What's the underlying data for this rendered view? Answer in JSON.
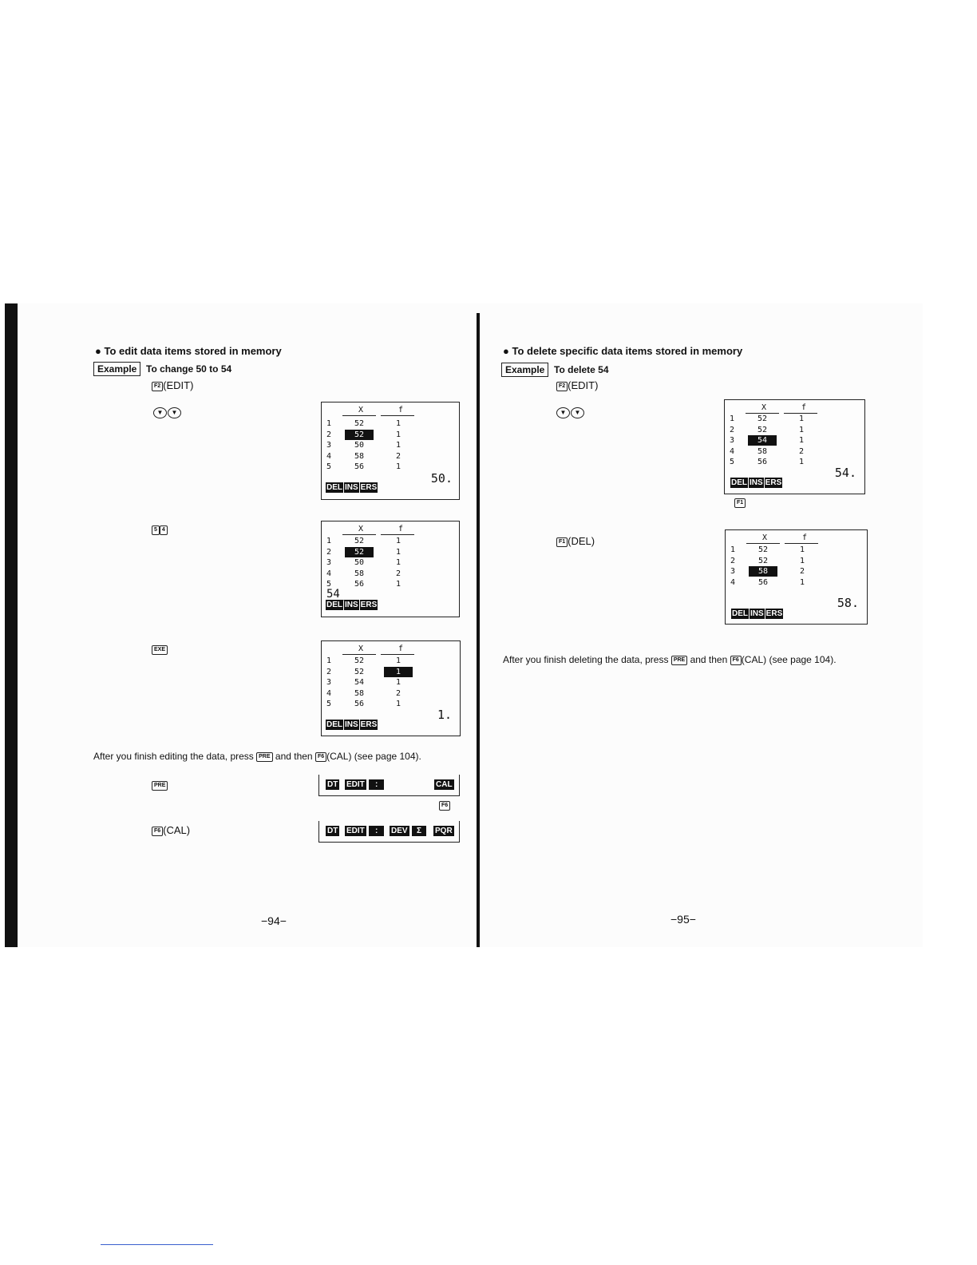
{
  "left_page": {
    "heading": "To edit data items stored in memory",
    "example_label": "Example",
    "example_text": "To change 50 to 54",
    "step1": {
      "key": "F2",
      "label": "(EDIT)"
    },
    "step3": {
      "keys": [
        "5",
        "4"
      ]
    },
    "step4": {
      "key": "EXE"
    },
    "after_text_1": "After you finish editing the data, press",
    "after_key_1": "PRE",
    "after_text_2": "and then",
    "after_key_2": "F6",
    "after_text_3": "(CAL) (see page 104).",
    "step5": {
      "key": "PRE"
    },
    "step6": {
      "key": "F6",
      "label": "(CAL)"
    },
    "page_number": "−94−"
  },
  "right_page": {
    "heading": "To delete specific data items stored in memory",
    "example_label": "Example",
    "example_text": "To delete 54",
    "step1": {
      "key": "F2",
      "label": "(EDIT)"
    },
    "step3": {
      "key": "F1",
      "label": "(DEL)"
    },
    "f1_under": "F1",
    "after_text_1": "After you finish deleting the data, press",
    "after_key_1": "PRE",
    "after_text_2": "and then",
    "after_key_2": "F6",
    "after_text_3": "(CAL) (see page 104).",
    "page_number": "−95−"
  },
  "table_headers": {
    "x": "X",
    "f": "f"
  },
  "menus": {
    "edit": [
      "DEL",
      "INS",
      "ERS"
    ],
    "cal_bar_1": [
      "DT",
      "EDIT",
      ":",
      "CAL"
    ],
    "cal_bar_1_key": "F6",
    "cal_bar_2": [
      "DT",
      "EDIT",
      ":",
      "DEV",
      "Σ",
      "PQR"
    ]
  },
  "screens": {
    "s1": {
      "rows": [
        [
          "1",
          "52",
          "1"
        ],
        [
          "2",
          "52",
          "1"
        ],
        [
          "3",
          "50",
          "1"
        ],
        [
          "4",
          "58",
          "2"
        ],
        [
          "5",
          "56",
          "1"
        ]
      ],
      "value": "50."
    },
    "s2": {
      "rows": [
        [
          "1",
          "52",
          "1"
        ],
        [
          "2",
          "52",
          "1"
        ],
        [
          "3",
          "50",
          "1"
        ],
        [
          "4",
          "58",
          "2"
        ],
        [
          "5",
          "56",
          "1"
        ]
      ],
      "input": "54_"
    },
    "s3": {
      "rows": [
        [
          "1",
          "52",
          "1"
        ],
        [
          "2",
          "52",
          "1"
        ],
        [
          "3",
          "54",
          "1"
        ],
        [
          "4",
          "58",
          "2"
        ],
        [
          "5",
          "56",
          "1"
        ]
      ],
      "value": "1."
    },
    "r1": {
      "rows": [
        [
          "1",
          "52",
          "1"
        ],
        [
          "2",
          "52",
          "1"
        ],
        [
          "3",
          "54",
          "1"
        ],
        [
          "4",
          "58",
          "2"
        ],
        [
          "5",
          "56",
          "1"
        ]
      ],
      "value": "54."
    },
    "r2": {
      "rows": [
        [
          "1",
          "52",
          "1"
        ],
        [
          "2",
          "52",
          "1"
        ],
        [
          "3",
          "58",
          "2"
        ],
        [
          "4",
          "56",
          "1"
        ]
      ],
      "value": "58."
    }
  }
}
